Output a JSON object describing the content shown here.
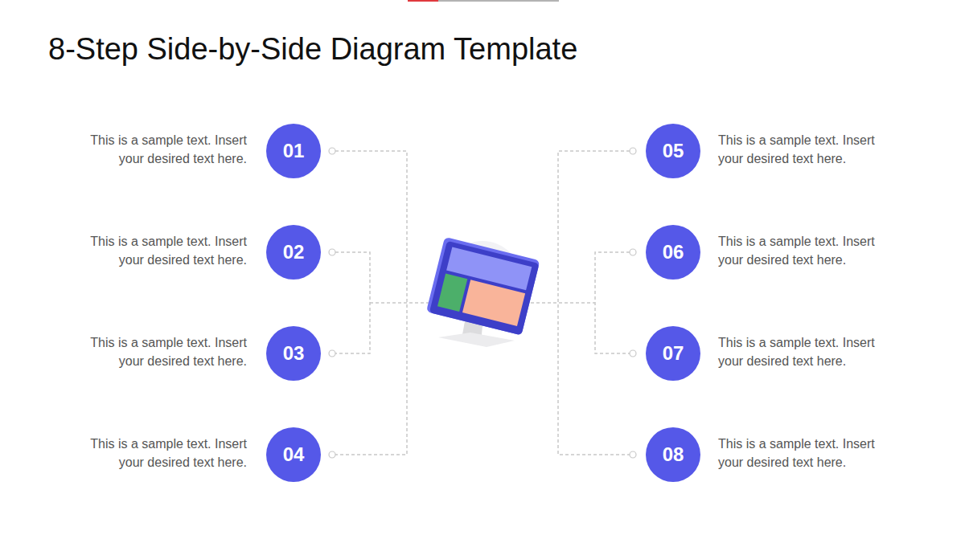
{
  "diagram": {
    "title": "8-Step Side-by-Side Diagram Template",
    "nodes": [
      {
        "text": [
          "01",
          "This is a sample text. Insert your desired text here."
        ]
      },
      {
        "text": [
          "02",
          "This is a sample text. Insert your desired text here."
        ]
      },
      {
        "text": [
          "03",
          "This is a sample text. Insert your desired text here."
        ]
      },
      {
        "text": [
          "04",
          "This is a sample text. Insert your desired text here."
        ]
      },
      {
        "text": [
          "05",
          "This is a sample text. Insert your desired text here."
        ]
      },
      {
        "text": [
          "06",
          "This is a sample text. Insert your desired text here."
        ]
      },
      {
        "text": [
          "07",
          "This is a sample text. Insert your desired text here."
        ]
      },
      {
        "text": [
          "08",
          "This is a sample text. Insert your desired text here."
        ]
      }
    ]
  }
}
